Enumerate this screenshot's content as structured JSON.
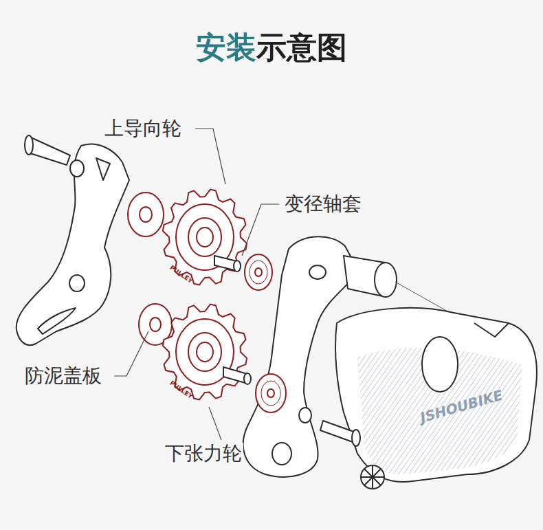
{
  "diagram": {
    "title": "安装示意图",
    "labels": [
      "上导向轮",
      "变径轴套",
      "防泥盖板",
      "下张力轮",
      "JSHOUBIKE",
      "PULLEY",
      "PULLEY"
    ]
  }
}
